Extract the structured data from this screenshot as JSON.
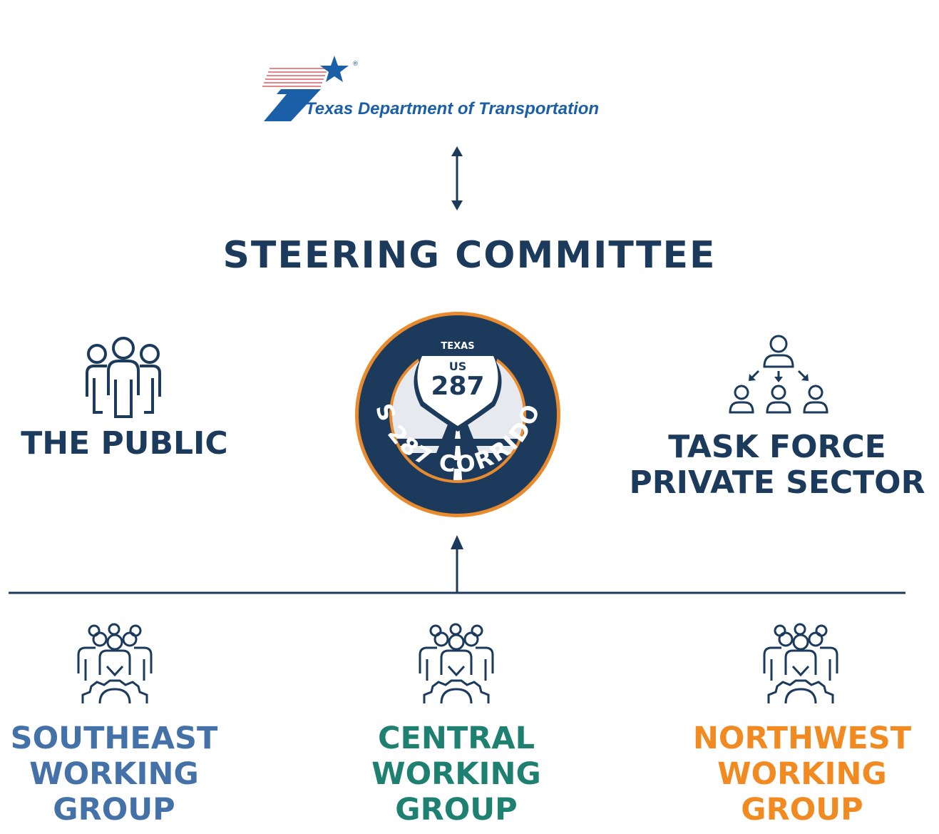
{
  "logo": {
    "agency_name": "Texas Department of Transportation",
    "registered_mark": "®"
  },
  "steering": {
    "title": "STEERING COMMITTEE"
  },
  "public": {
    "label": "THE PUBLIC"
  },
  "task_force": {
    "line1": "TASK FORCE",
    "line2": "PRIVATE SECTOR"
  },
  "badge": {
    "state": "TEXAS",
    "route_prefix": "US",
    "route_number": "287",
    "ring_text": "US 287 CORRIDOR"
  },
  "working_groups": [
    {
      "line1": "SOUTHEAST",
      "line2": "WORKING",
      "line3": "GROUP",
      "color": "#4472a8"
    },
    {
      "line1": "CENTRAL",
      "line2": "WORKING",
      "line3": "GROUP",
      "color": "#1e8070"
    },
    {
      "line1": "NORTHWEST",
      "line2": "WORKING",
      "line3": "GROUP",
      "color": "#f28a22"
    }
  ],
  "colors": {
    "navy": "#1b3a5c",
    "txdot_blue": "#1a5fa8",
    "accent_orange": "#e98a2c",
    "badge_gray": "#e6e9ee"
  },
  "icons": {
    "public": "people-group-icon",
    "task_force": "hierarchy-icon",
    "working_group": "team-gear-icon"
  }
}
